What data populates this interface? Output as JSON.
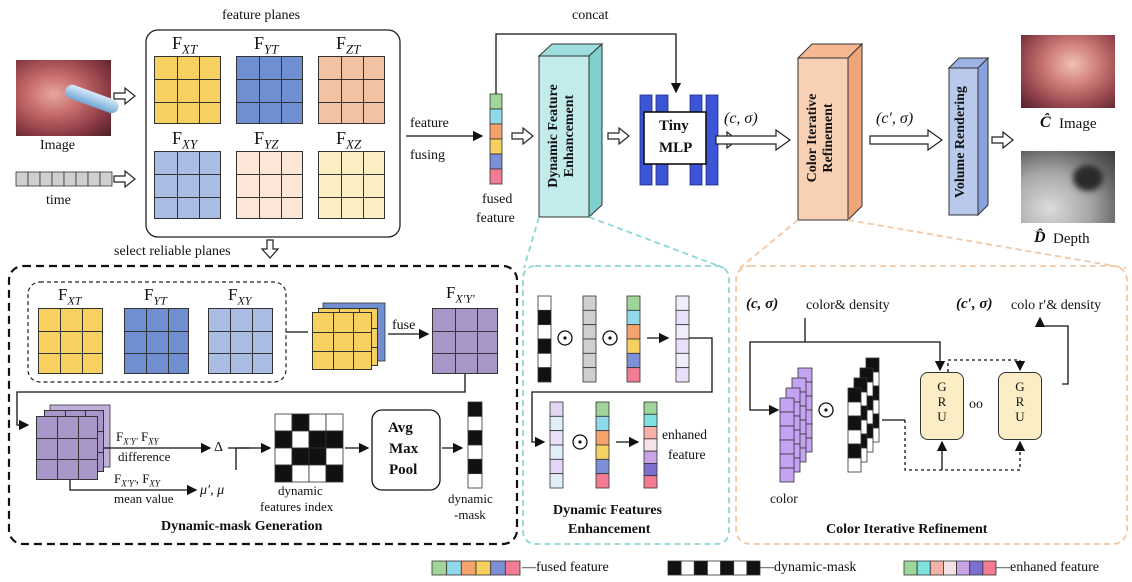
{
  "colors": {
    "plane_xt": "#f6d061",
    "plane_yt": "#6f8fd0",
    "plane_zt": "#f2c3a2",
    "plane_xy": "#a9bde4",
    "plane_yz": "#fbe6d8",
    "plane_xz": "#fcefc4",
    "plane_fused": "#a896c8",
    "dfe_block": "#c2ecec",
    "cir_block": "#f8d0b4",
    "vr_block": "#b9c9ec",
    "mlp": "#3b55d6",
    "gru_fill": "#fbeec5",
    "dash_teal": "#8fd6d6",
    "dash_peach": "#f0c8a6",
    "color_stack": "#c4a3f2",
    "fused_feature_colors": [
      "#9fd49a",
      "#8fd9e8",
      "#f4a36c",
      "#f6d061",
      "#7d8fd6",
      "#f27c93"
    ],
    "enhanced_feature_colors": [
      "#9fd49a",
      "#7fe0e0",
      "#f6b1a8",
      "#f4e3e8",
      "#c9a2e8",
      "#7d6fd0",
      "#f27c93"
    ]
  },
  "icons": [
    "image-thumbnail",
    "depth-thumbnail",
    "hollow-arrow",
    "dot-product-symbol",
    "time-bar",
    "dynamic-mask-strip"
  ],
  "top": {
    "feature_planes_title": "feature planes",
    "image_label": "Image",
    "time_label": "time",
    "planes": [
      {
        "base": "F",
        "sub": "XT"
      },
      {
        "base": "F",
        "sub": "YT"
      },
      {
        "base": "F",
        "sub": "ZT"
      },
      {
        "base": "F",
        "sub": "XY"
      },
      {
        "base": "F",
        "sub": "YZ"
      },
      {
        "base": "F",
        "sub": "XZ"
      }
    ],
    "feature_label": "feature",
    "fusing_label": "fusing",
    "fused_feature_line1": "fused",
    "fused_feature_line2": "feature",
    "concat_label": "concat",
    "dfe_block_line1": "Dynamic Feature",
    "dfe_block_line2": "Enhancement",
    "mlp_line1": "Tiny",
    "mlp_line2": "MLP",
    "c_sigma": "(c,  σ)",
    "cir_block_line1": "Color Iterative",
    "cir_block_line2": "Refinement",
    "cprime_sigma": "(c′,  σ)",
    "vr_block": "Volume Rendering",
    "c_hat": "Ĉ",
    "c_hat_suffix": "Image",
    "d_hat": "D̂",
    "d_hat_suffix": "Depth",
    "select_label": "select reliable planes"
  },
  "panel1": {
    "title": "Dynamic-mask Generation",
    "planes": [
      {
        "base": "F",
        "sub": "XT"
      },
      {
        "base": "F",
        "sub": "YT"
      },
      {
        "base": "F",
        "sub": "XY"
      }
    ],
    "fuse_label": "fuse",
    "fused_plane": {
      "base": "F",
      "sub": "X′Y′"
    },
    "diff_line1": "F",
    "diff_sub1": "X′Y′",
    "diff_sep": "  F",
    "diff_sub2": "XY",
    "difference_label": "difference",
    "delta": "Δ",
    "mean_line1": "F",
    "mean_sub1": "X′Y′",
    "mean_sep": ",  F",
    "mean_sub2": "XY",
    "mean_value_label": "mean value",
    "mu": "μ′, μ",
    "dyn_idx_line1": "dynamic",
    "dyn_idx_line2": "features index",
    "pool_line1": "Avg",
    "pool_line2": "Max",
    "pool_line3": "Pool",
    "dyn_mask_line1": "dynamic",
    "dyn_mask_line2": "-mask"
  },
  "panel2": {
    "title_line1": "Dynamic Features",
    "title_line2": "Enhancement",
    "dot": "⊙",
    "enhanced_line1": "enhaned",
    "enhanced_line2": "feature"
  },
  "panel3": {
    "title": "Color Iterative Refinement",
    "in_label": "(c,  σ)",
    "in_suffix": "color& density",
    "out_label": "(c′,  σ)",
    "out_suffix": "colo r′& density",
    "color_label": "color",
    "gru_letters": [
      "G",
      "R",
      "U"
    ],
    "dots": "oo"
  },
  "legend": {
    "fused": "—fused feature",
    "mask": "—dynamic-mask",
    "enhanced": "—enhaned feature"
  }
}
